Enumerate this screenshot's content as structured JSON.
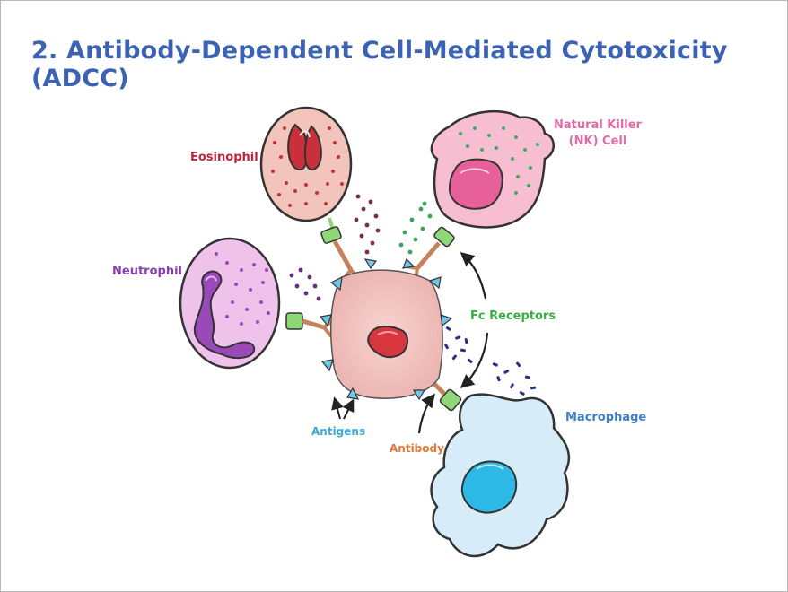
{
  "title": "2. Antibody-Dependent Cell-Mediated Cytotoxicity (ADCC)",
  "labels": {
    "eosinophil": "Eosinophil",
    "nk_line1": "Natural Killer",
    "nk_line2": "(NK) Cell",
    "neutrophil": "Neutrophil",
    "fc_receptors": "Fc Receptors",
    "macrophage": "Macrophage",
    "antigens": "Antigens",
    "antibody": "Antibody"
  },
  "colors": {
    "title": "#3c62b4",
    "eosinophil_label": "#c0243c",
    "nk_label": "#e26aa6",
    "neutrophil_label": "#8a3fb0",
    "fc_label": "#3aae44",
    "macrophage_label": "#3d7fc4",
    "antigens_label": "#3aaad8",
    "antibody_label": "#e07a3a",
    "target_cell": "#f4c6c2",
    "target_nucleus": "#d8363e",
    "eosinophil_cell": "#f2c4bc",
    "nk_cell": "#f7bed2",
    "neutrophil_cell": "#efc2ec",
    "macrophage_cell": "#d6ecf8",
    "antigen": "#6fc7ea",
    "receptor": "#8fd877",
    "antibody": "#c4835a"
  }
}
